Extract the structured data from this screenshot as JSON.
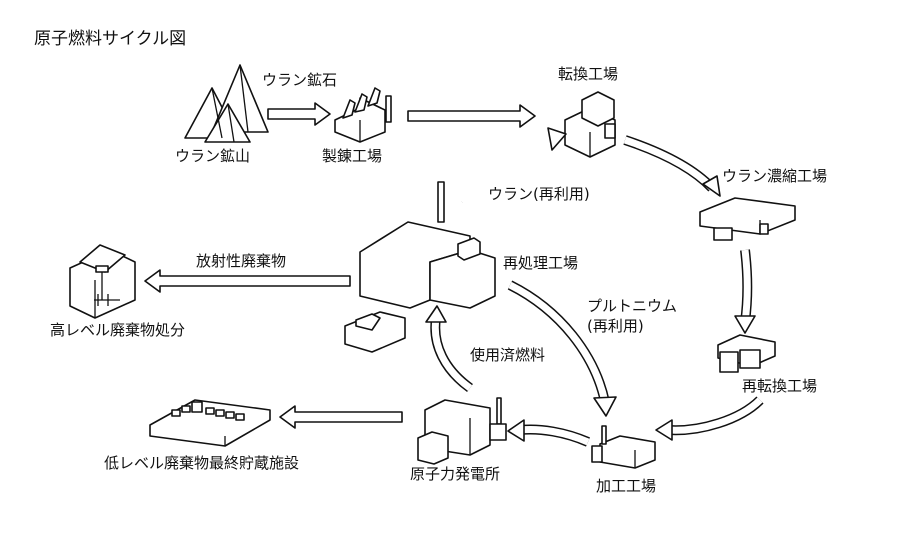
{
  "title": "原子燃料サイクル図",
  "labels": {
    "uranium_mine": "ウラン鉱山",
    "uranium_ore": "ウラン鉱石",
    "refinery": "製錬工場",
    "conversion": "転換工場",
    "enrichment": "ウラン濃縮工場",
    "reconversion": "再転換工場",
    "fabrication": "加工工場",
    "power_plant": "原子力発電所",
    "spent_fuel": "使用済燃料",
    "reprocessing": "再処理工場",
    "uranium_reuse": "ウラン(再利用)",
    "plutonium_line1": "プルトニウム",
    "plutonium_line2": "(再利用)",
    "hlw": "放射性廃棄物",
    "hlw_disposal": "高レベル廃棄物処分",
    "llw_disposal": "低レベル廃棄物最終貯蔵施設"
  }
}
